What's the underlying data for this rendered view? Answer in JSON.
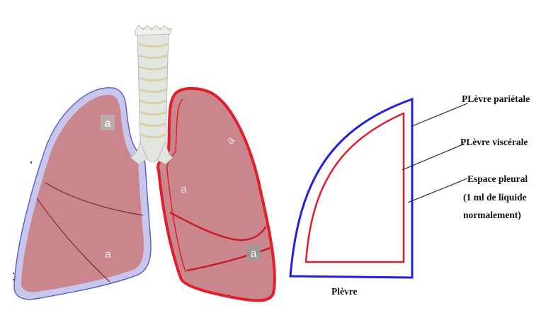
{
  "labels": {
    "parietal": "PLèvre pariétale",
    "visceral": "PLèvre viscérale",
    "space_line1": "Espace pleural",
    "space_line2": "(1 ml de liquide",
    "space_line3": "normalement)",
    "caption": "Plèvre"
  },
  "watermark": "a",
  "colors": {
    "parietal_pleura": "#1f1fe0",
    "visceral_pleura": "#e01f2a",
    "lung_fill": "#c9868c",
    "left_pleura_fill": "#c9c6ee",
    "trachea": "#e3e5df"
  },
  "icons": {
    "trachea": "trachea-illustration",
    "left_lung": "left-lung-illustration",
    "right_lung": "right-lung-illustration"
  }
}
